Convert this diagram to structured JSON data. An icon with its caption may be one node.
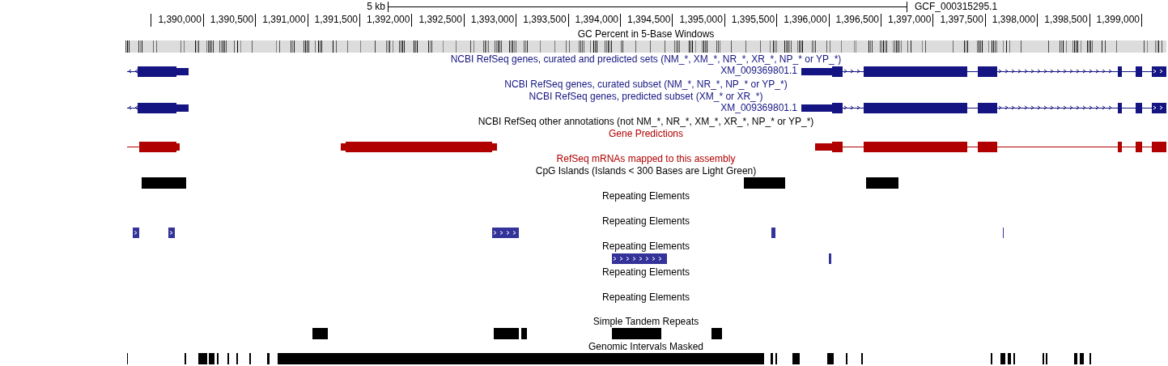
{
  "diagram": {
    "labels": [
      "5 kb",
      "GCF_000315295.1",
      "1,390,000",
      "1,390,500",
      "1,391,000",
      "1,391,500",
      "1,392,000",
      "1,392,500",
      "1,393,000",
      "1,393,500",
      "1,394,000",
      "1,394,500",
      "1,395,000",
      "1,395,500",
      "1,396,000",
      "1,396,500",
      "1,397,000",
      "1,397,500",
      "1,398,000",
      "1,398,500",
      "1,399,000",
      "GC Percent in 5-Base Windows",
      "NCBI RefSeq genes, curated and predicted sets (NM_*, XM_*, NR_*, XR_*, NP_* or YP_*)",
      "XM_009369801.1",
      "NCBI RefSeq genes, curated subset (NM_*, NR_*, NP_* or YP_*)",
      "NCBI RefSeq genes, predicted subset (XM_* or XR_*)",
      "XM_009369801.1",
      "NCBI RefSeq other annotations (not NM_*, NR_*, XM_*, XR_*, NP_* or YP_*)",
      "Gene Predictions",
      "RefSeq mRNAs mapped to this assembly",
      "CpG Islands (Islands < 300 Bases are Light Green)",
      "Repeating Elements",
      "Repeating Elements",
      "Repeating Elements",
      "Repeating Elements",
      "Repeating Elements",
      "Simple Tandem Repeats",
      "Genomic Intervals Masked"
    ]
  }
}
